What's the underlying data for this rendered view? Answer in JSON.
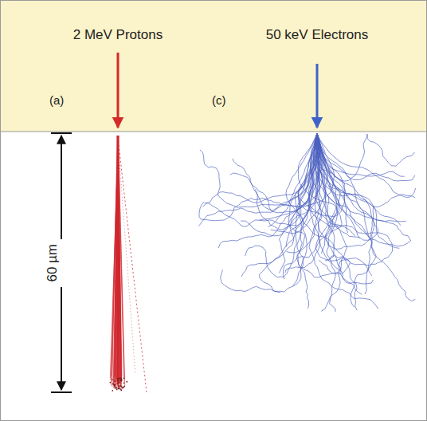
{
  "diagram": {
    "labels": [
      "2 MeV Protons",
      "50 keV Electrons",
      "(a)",
      "(c)",
      "60 µm"
    ]
  }
}
